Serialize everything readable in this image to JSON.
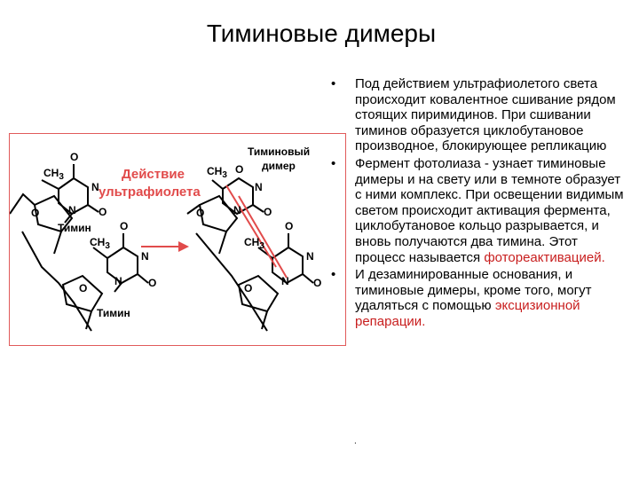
{
  "slide": {
    "title": "Тиминовые димеры",
    "figure": {
      "labels": {
        "ch3": "CH",
        "sub3": "3",
        "o": "O",
        "n": "N",
        "thymine": "Тимин",
        "uv_line1": "Действие",
        "uv_line2": "ультрафиолета",
        "dimer_line1": "Тиминовый",
        "dimer_line2": "димер"
      },
      "colors": {
        "accent": "#e14b4b",
        "border": "#e15a5a",
        "lines": "#000000"
      }
    },
    "bullets": [
      {
        "text": "Под действием ультрафиолетого света происходит ковалентное сшивание рядом стоящих пиримидинов. При сшивании тиминов образуется циклобутановое производное, блокирующее репликацию",
        "highlight": "",
        "tail": ""
      },
      {
        "text": "Фермент фотолиаза - узнает тиминовые димеры и на свету или в темноте образует с ними комплекс. При освещении видимым светом происходит активация фермента, циклобутановое кольцо разрывается, и вновь получаются два тимина. Этот процесс называется ",
        "highlight": "фотореактивацией",
        "tail": "."
      },
      {
        "text": "И дезаминированные основания, и тиминовые димеры, кроме того, могут удаляться с помощью ",
        "highlight": "эксцизионной репарации",
        "tail": "."
      }
    ],
    "bullet_symbol": "•",
    "trailing_mark": "."
  }
}
